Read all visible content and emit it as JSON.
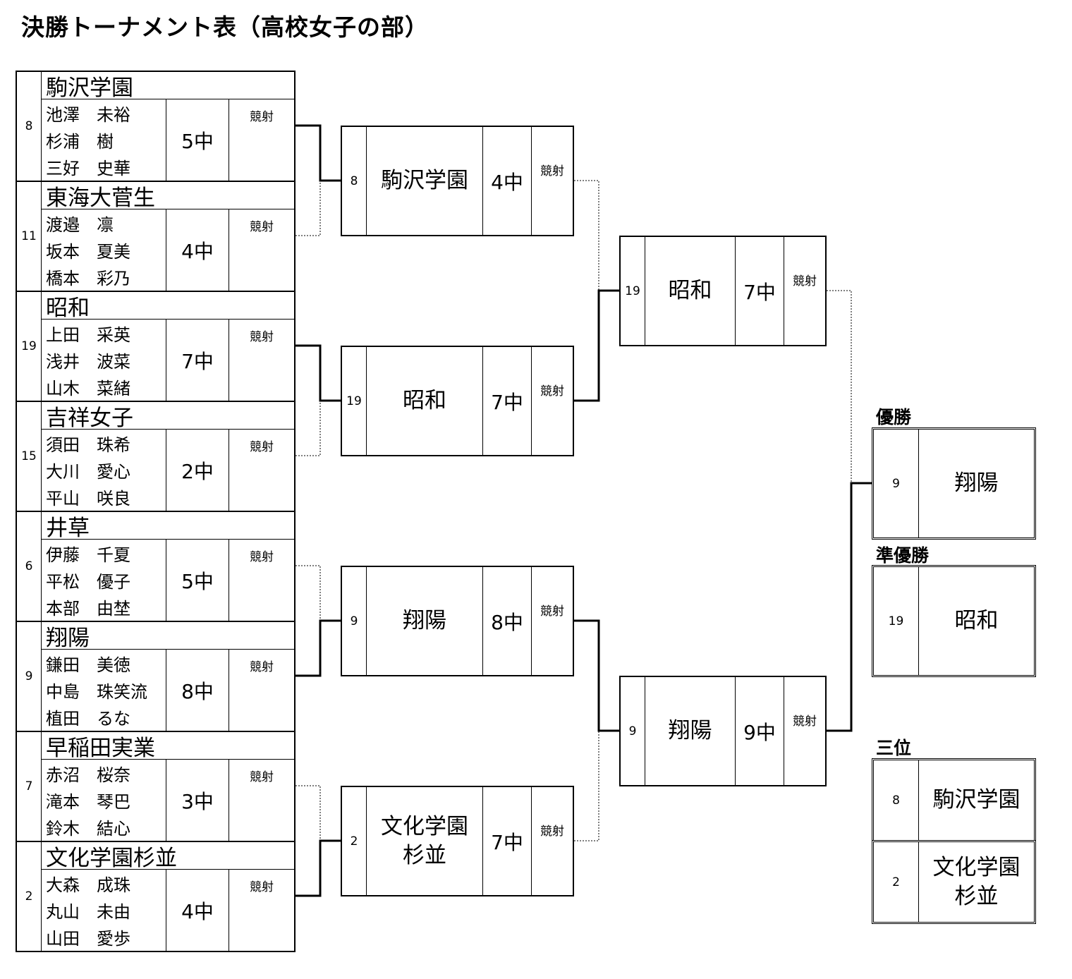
{
  "title": "決勝トーナメント表（高校女子の部）",
  "kyosha_label": "競射",
  "teams": [
    {
      "seed": "8",
      "name": "駒沢学園",
      "members": [
        "池澤　未裕",
        "杉浦　樹",
        "三好　史華"
      ],
      "score": "5中"
    },
    {
      "seed": "11",
      "name": "東海大菅生",
      "members": [
        "渡邉　凛",
        "坂本　夏美",
        "橋本　彩乃"
      ],
      "score": "4中"
    },
    {
      "seed": "19",
      "name": "昭和",
      "members": [
        "上田　采英",
        "浅井　波菜",
        "山木　菜緒"
      ],
      "score": "7中"
    },
    {
      "seed": "15",
      "name": "吉祥女子",
      "members": [
        "須田　珠希",
        "大川　愛心",
        "平山　咲良"
      ],
      "score": "2中"
    },
    {
      "seed": "6",
      "name": "井草",
      "members": [
        "伊藤　千夏",
        "平松　優子",
        "本部　由埜"
      ],
      "score": "5中"
    },
    {
      "seed": "9",
      "name": "翔陽",
      "members": [
        "鎌田　美徳",
        "中島　珠笑流",
        "植田　るな"
      ],
      "score": "8中"
    },
    {
      "seed": "7",
      "name": "早稲田実業",
      "members": [
        "赤沼　桜奈",
        "滝本　琴巴",
        "鈴木　結心"
      ],
      "score": "3中"
    },
    {
      "seed": "2",
      "name": "文化学園杉並",
      "members": [
        "大森　成珠",
        "丸山　未由",
        "山田　愛歩"
      ],
      "score": "4中"
    }
  ],
  "round2": [
    {
      "seed": "8",
      "name": "駒沢学園",
      "score": "4中"
    },
    {
      "seed": "19",
      "name": "昭和",
      "score": "7中"
    },
    {
      "seed": "9",
      "name": "翔陽",
      "score": "8中"
    },
    {
      "seed": "2",
      "name": "文化学園\n杉並",
      "score": "7中"
    }
  ],
  "semifinal": [
    {
      "seed": "19",
      "name": "昭和",
      "score": "7中"
    },
    {
      "seed": "9",
      "name": "翔陽",
      "score": "9中"
    }
  ],
  "results": {
    "winner": {
      "label": "優勝",
      "seed": "9",
      "name": "翔陽"
    },
    "runner_up": {
      "label": "準優勝",
      "seed": "19",
      "name": "昭和"
    },
    "third": {
      "label": "三位",
      "entries": [
        {
          "seed": "8",
          "name": "駒沢学園"
        },
        {
          "seed": "2",
          "name": "文化学園\n杉並"
        }
      ]
    }
  }
}
